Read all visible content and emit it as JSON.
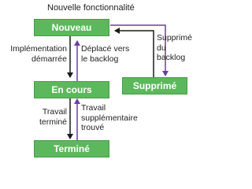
{
  "states": {
    "new": "Nouveau",
    "active": "En cours",
    "removed": "Supprimé",
    "closed": "Terminé"
  },
  "transitions": {
    "new_work": "Nouvelle fonctionnalité",
    "new_to_active": "Implémentation\ndémarrée",
    "active_to_new": "Déplacé vers\nle backlog",
    "new_to_removed": "Supprimé\ndu\nbacklog",
    "active_to_closed": "Travail\nterminé",
    "closed_to_active": "Travail\nsupplémentaire\ntrouvé"
  },
  "colors": {
    "state_fill": "#5cb85c",
    "arrow_dark": "#1a1a1a",
    "arrow_purple": "#6b3fa0"
  }
}
